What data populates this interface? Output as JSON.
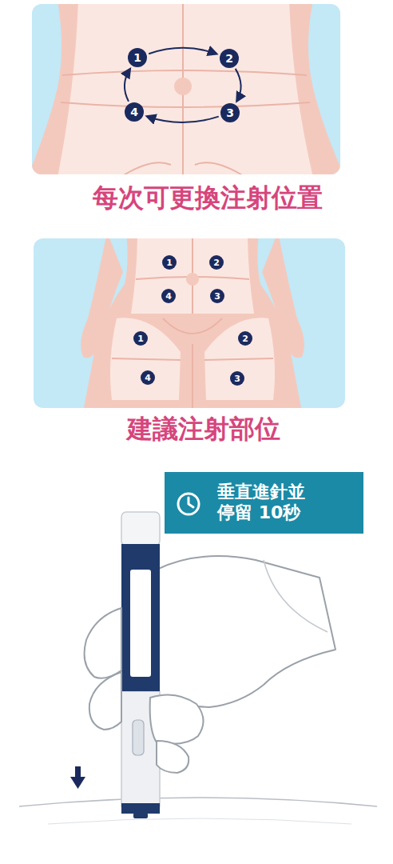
{
  "diagram": {
    "nodes": [
      {
        "text": [
          "1"
        ]
      },
      {
        "text": [
          "2"
        ]
      },
      {
        "text": [
          "4"
        ]
      },
      {
        "text": [
          "3"
        ]
      },
      {
        "text": [
          "1"
        ]
      },
      {
        "text": [
          "2"
        ]
      },
      {
        "text": [
          "4"
        ]
      },
      {
        "text": [
          "3"
        ]
      },
      {
        "text": [
          "1"
        ]
      },
      {
        "text": [
          "2"
        ]
      },
      {
        "text": [
          "4"
        ]
      },
      {
        "text": [
          "3"
        ]
      },
      {
        "text": [
          "垂直進針並 停留 10秒"
        ]
      }
    ],
    "edges": [
      {
        "from": 0,
        "to": 1,
        "arrow": "to"
      },
      {
        "from": 1,
        "to": 3,
        "arrow": "to"
      },
      {
        "from": 3,
        "to": 2,
        "arrow": "to"
      },
      {
        "from": 2,
        "to": 0,
        "arrow": "to"
      }
    ],
    "labels": [
      "每次可更換注射位置",
      "建議注射部位"
    ]
  }
}
